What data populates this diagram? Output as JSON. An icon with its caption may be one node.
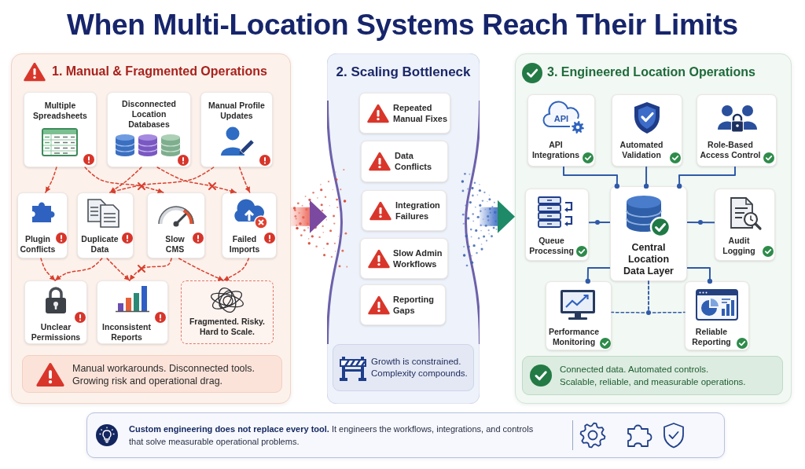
{
  "diagram": {
    "title": "When Multi-Location Systems Reach Their Limits",
    "nodes": [
      {
        "text": [
          "1. Manual & Fragmented Operations"
        ]
      },
      {
        "text": [
          "Multiple Spreadsheets"
        ],
        "in": 0
      },
      {
        "text": [
          "Disconnected Location Databases"
        ],
        "in": 0
      },
      {
        "text": [
          "Manual Profile Updates"
        ],
        "in": 0
      },
      {
        "text": [
          "Plugin Conflicts"
        ],
        "in": 0
      },
      {
        "text": [
          "Duplicate Data"
        ],
        "in": 0
      },
      {
        "text": [
          "Slow CMS"
        ],
        "in": 0
      },
      {
        "text": [
          "Failed Imports"
        ],
        "in": 0
      },
      {
        "text": [
          "Unclear Permissions"
        ],
        "in": 0
      },
      {
        "text": [
          "Inconsistent Reports"
        ],
        "in": 0
      },
      {
        "text": [
          "Fragmented. Risky. Hard to Scale."
        ],
        "in": 0
      },
      {
        "text": [
          "Manual workarounds. Disconnected tools. Growing risk and operational drag."
        ],
        "in": 0
      },
      {
        "text": [
          "2. Scaling Bottleneck"
        ]
      },
      {
        "text": [
          "Repeated Manual Fixes"
        ],
        "in": 12
      },
      {
        "text": [
          "Data Conflicts"
        ],
        "in": 12
      },
      {
        "text": [
          "Integration Failures"
        ],
        "in": 12
      },
      {
        "text": [
          "Slow Admin Workflows"
        ],
        "in": 12
      },
      {
        "text": [
          "Reporting Gaps"
        ],
        "in": 12
      },
      {
        "text": [
          "Growth is constrained. Complexity compounds."
        ],
        "in": 12
      },
      {
        "text": [
          "3. Engineered Location Operations"
        ]
      },
      {
        "text": [
          "API",
          "API Integrations"
        ],
        "in": 19
      },
      {
        "text": [
          "Automated Validation"
        ],
        "in": 19
      },
      {
        "text": [
          "Role-Based Access Control"
        ],
        "in": 19
      },
      {
        "text": [
          "Queue Processing"
        ],
        "in": 19
      },
      {
        "text": [
          "Central Location Data Layer"
        ],
        "in": 19
      },
      {
        "text": [
          "Audit Logging"
        ],
        "in": 19
      },
      {
        "text": [
          "Performance Monitoring"
        ],
        "in": 19
      },
      {
        "text": [
          "Reliable Reporting"
        ],
        "in": 19
      },
      {
        "text": [
          "Connected data. Automated controls. Scalable, reliable, and measurable operations."
        ],
        "in": 19
      },
      {
        "text": [
          "**Custom engineering does not replace every tool.** It engineers the workflows, integrations, and controls that solve measurable operational problems."
        ]
      }
    ],
    "edges": [
      {
        "from": 1,
        "to": 4,
        "arrow": "to",
        "style": "dashed"
      },
      {
        "from": 1,
        "to": 6,
        "arrow": "to",
        "style": "dashed"
      },
      {
        "from": 2,
        "to": 5,
        "arrow": "to",
        "style": "dashed"
      },
      {
        "from": 2,
        "to": 7,
        "arrow": "to",
        "style": "dashed"
      },
      {
        "from": 3,
        "to": 5,
        "arrow": "to",
        "style": "dashed"
      },
      {
        "from": 3,
        "to": 7,
        "arrow": "to",
        "style": "dashed"
      },
      {
        "from": 4,
        "to": 8,
        "arrow": "to",
        "style": "dashed"
      },
      {
        "from": 5,
        "to": 8,
        "arrow": "to",
        "style": "dashed"
      },
      {
        "from": 5,
        "to": 9,
        "arrow": "to",
        "style": "dashed"
      },
      {
        "from": 6,
        "to": 9,
        "arrow": "to",
        "style": "dashed"
      },
      {
        "from": 6,
        "to": 10,
        "arrow": "to",
        "style": "dashed"
      },
      {
        "from": 7,
        "to": 10,
        "arrow": "to",
        "style": "dashed"
      },
      {
        "from": 0,
        "to": 12,
        "arrow": "to",
        "style": "thick",
        "color": "#7b4aa0"
      },
      {
        "from": 12,
        "to": 19,
        "arrow": "to",
        "style": "thick",
        "color": "#1e8a68"
      },
      {
        "from": 20,
        "to": 24,
        "arrow": "other",
        "color": "#2f5aa8"
      },
      {
        "from": 21,
        "to": 24,
        "arrow": "other",
        "color": "#2f5aa8"
      },
      {
        "from": 22,
        "to": 24,
        "arrow": "other",
        "color": "#2f5aa8"
      },
      {
        "from": 23,
        "to": 24,
        "arrow": "none",
        "color": "#2f5aa8"
      },
      {
        "from": 25,
        "to": 24,
        "arrow": "none",
        "color": "#2f5aa8"
      },
      {
        "from": 24,
        "to": 26,
        "arrow": "other",
        "color": "#2f5aa8"
      },
      {
        "from": 24,
        "to": 27,
        "arrow": "other",
        "color": "#2f5aa8"
      },
      {
        "from": 24,
        "to": 26,
        "arrow": "none",
        "style": "dashed",
        "color": "#2f5aa8"
      },
      {
        "from": 24,
        "to": 27,
        "arrow": "none",
        "style": "dashed",
        "color": "#2f5aa8"
      }
    ]
  }
}
